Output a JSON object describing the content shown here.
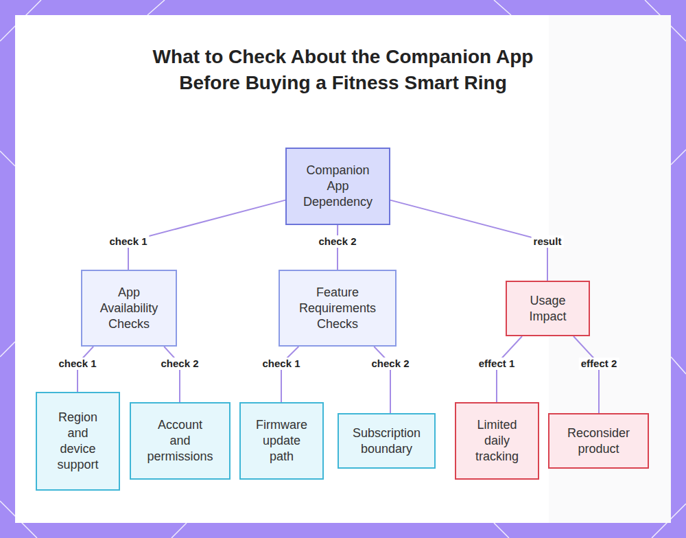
{
  "diagram": {
    "title": "What to Check About the Companion App Before Buying a Fitness Smart Ring",
    "nodes": [
      {
        "text": [
          "Companion App Dependency"
        ]
      },
      {
        "text": [
          "App Availability Checks"
        ]
      },
      {
        "text": [
          "Feature Requirements Checks"
        ]
      },
      {
        "text": [
          "Usage Impact"
        ]
      },
      {
        "text": [
          "Region and device support"
        ]
      },
      {
        "text": [
          "Account and permissions"
        ]
      },
      {
        "text": [
          "Firmware update path"
        ]
      },
      {
        "text": [
          "Subscription boundary"
        ]
      },
      {
        "text": [
          "Limited daily tracking"
        ]
      },
      {
        "text": [
          "Reconsider product"
        ]
      }
    ],
    "edges": [
      {
        "from": 0,
        "to": 1,
        "label": "check 1",
        "arrow": "none"
      },
      {
        "from": 0,
        "to": 2,
        "label": "check 2",
        "arrow": "none"
      },
      {
        "from": 0,
        "to": 3,
        "label": "result",
        "arrow": "none"
      },
      {
        "from": 1,
        "to": 4,
        "label": "check 1",
        "arrow": "none"
      },
      {
        "from": 1,
        "to": 5,
        "label": "check 2",
        "arrow": "none"
      },
      {
        "from": 2,
        "to": 6,
        "label": "check 1",
        "arrow": "none"
      },
      {
        "from": 2,
        "to": 7,
        "label": "check 2",
        "arrow": "none"
      },
      {
        "from": 3,
        "to": 8,
        "label": "effect 1",
        "arrow": "none"
      },
      {
        "from": 3,
        "to": 9,
        "label": "effect 2",
        "arrow": "none"
      }
    ]
  }
}
